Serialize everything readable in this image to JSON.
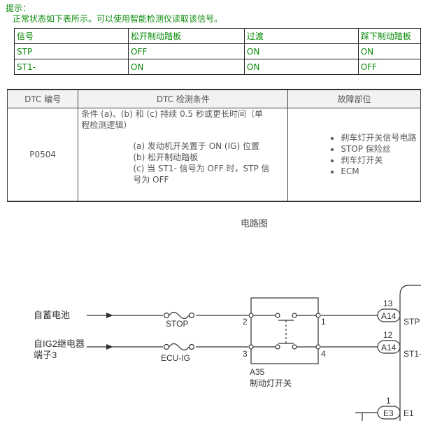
{
  "hint": {
    "title": "提示：",
    "line": "正常状态如下表所示。可以使用智能检测仪读取该信号。"
  },
  "signal_table": {
    "headers": [
      "信号",
      "松开制动踏板",
      "过渡",
      "踩下制动踏板"
    ],
    "rows": [
      [
        "STP",
        "OFF",
        "ON",
        "ON"
      ],
      [
        "ST1-",
        "ON",
        "ON",
        "OFF"
      ]
    ]
  },
  "dtc_table": {
    "headers": [
      "DTC 编号",
      "DTC 检测条件",
      "故障部位"
    ],
    "code": "P0504",
    "condition_lines": [
      "条件 (a)、(b) 和 (c) 持续 0.5 秒或更长时间（单",
      "程检测逻辑）",
      "(a) 发动机开关置于 ON (IG) 位置",
      "(b) 松开制动踏板",
      "(c) 当 ST1- 信号为 OFF 时，STP 信",
      "号为 OFF"
    ],
    "parts": [
      "刹车灯开关信号电路",
      "STOP 保险丝",
      "刹车灯开关",
      "ECM"
    ]
  },
  "diagram": {
    "title": "电路图",
    "source_battery": "自蓄电池",
    "source_ig2_line1": "自IG2继电器",
    "source_ig2_line2": "端子3",
    "fuse_stop": "STOP",
    "fuse_ecu_ig": "ECU-IG",
    "switch_code": "A35",
    "switch_name": "制动灯开关",
    "pin_2": "2",
    "pin_1": "1",
    "pin_3": "3",
    "pin_4": "4",
    "conn_a14_top_pin": "13",
    "conn_a14_bottom_pin": "12",
    "conn_a14": "A14",
    "ecm_stp": "STP",
    "ecm_st1": "ST1-",
    "conn_e3_pin": "1",
    "conn_e3": "E3",
    "ecm_e1": "E1"
  }
}
